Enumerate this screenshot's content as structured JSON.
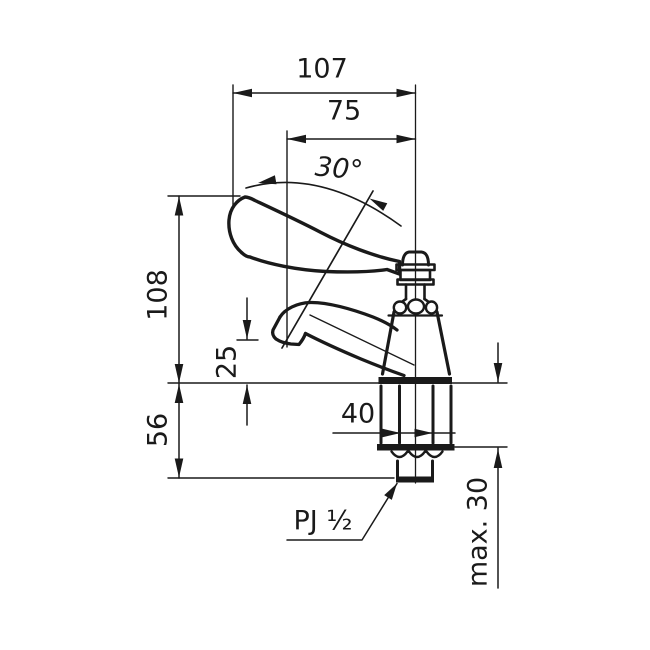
{
  "drawing": {
    "kind": "technical-dimension-drawing",
    "subject": "pillar tap with wrist lever handle",
    "line_color": "#1a1a1a",
    "background_color": "#ffffff"
  },
  "dimensions": {
    "overall_reach": "107",
    "spout_reach": "75",
    "handle_rotation_angle": "30°",
    "overall_height": "108",
    "spout_outlet_height": "25",
    "shank_length": "56",
    "shank_width": "40",
    "max_deck_thickness": "max. 30",
    "connection_thread": "PJ ½"
  }
}
